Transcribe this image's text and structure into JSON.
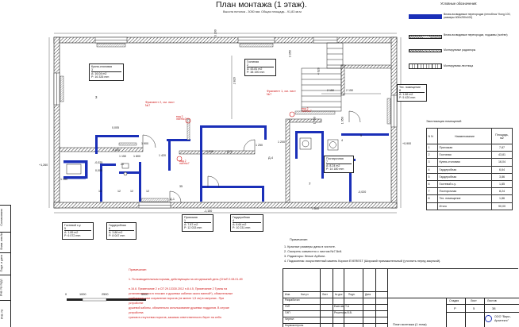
{
  "header": {
    "title": "План монтажа (1 этаж).",
    "subtitle": "Высота потолка - 3050 мм. Общая площадь - 91,83 кв.м"
  },
  "legend": {
    "heading": "Условные обозначения:",
    "items": [
      {
        "text": "Вновь возводимые перегородки (пеноблок Ytong 100, размеры 600х250х100)",
        "swatch": "#1a2fb8"
      },
      {
        "text": "Вновь возводимые перегородки, подшивы (гкл/гвл)",
        "swatch": "hatch"
      },
      {
        "text": "Монтируемые радиаторы",
        "swatch": "rad"
      },
      {
        "text": "Монтируемая лестница",
        "swatch": "stair"
      }
    ]
  },
  "rooms": [
    {
      "name": "Кухня-столовая",
      "num": "3",
      "area": "A: 16.04 m2",
      "perim": "P: 16 326 mm"
    },
    {
      "name": "Гостиная",
      "num": "2",
      "area": "A: 43.81 m2",
      "perim": "P: 38 190 mm"
    },
    {
      "name": "Тех. помещение",
      "num": "8",
      "area": "A: 1.86 m2",
      "perim": "P: 5 420 mm"
    },
    {
      "name": "Постирочная",
      "num": "7",
      "area": "A: 8.24 m2",
      "perim": "P: 14 180 mm"
    },
    {
      "name": "Гостевой с.у.",
      "num": "5",
      "area": "A: 1.85 m2",
      "perim": "P: 6 072 mm"
    },
    {
      "name": "Гардеробная",
      "num": "6",
      "area": "A: 3.86 m2",
      "perim": "P: 8 047 mm"
    },
    {
      "name": "Прихожая",
      "num": "1",
      "area": "A: 7.87 m2",
      "perim": "P: 12 033 mm"
    },
    {
      "name": "Гардеробная",
      "num": "4",
      "area": "A: 6.64 m2",
      "perim": "P: 10 231 mm"
    }
  ],
  "notes_red": [
    "Фрагмент 2, см. лист №7",
    "Фрагмент 1, см. лист №7",
    "вид 2 лист№7",
    "вид 2 лист№7",
    "вид 2 лист№7",
    "Д-3",
    "Д-4",
    "Д-1"
  ],
  "dimensions": [
    "2 150",
    "1 900",
    "1 800",
    "1 420",
    "1 280",
    "1 800",
    "1 150",
    "2 150",
    "1 200",
    "1 250",
    "3 200",
    "2 820",
    "4 620",
    "1 750",
    "3 350",
    "1 950",
    "+0,900",
    "+1,260",
    "0,000",
    "-0,025",
    "0,005",
    "0,000",
    "-0,020",
    "-1,150",
    "4",
    "3",
    "12",
    "12",
    "12",
    "13",
    "5",
    "7",
    "20",
    "35",
    "0,005"
  ],
  "explication": {
    "heading": "Экспликация помещений",
    "col_num": "N N",
    "col_name": "Наименование",
    "col_area": "Площадь, м2",
    "rows": [
      {
        "n": "1",
        "name": "Прихожая",
        "area": "7,87"
      },
      {
        "n": "2",
        "name": "Гостиная",
        "area": "43,81"
      },
      {
        "n": "3",
        "name": "Кухня-столовая",
        "area": "16,04"
      },
      {
        "n": "4",
        "name": "Гардеробная",
        "area": "6,64"
      },
      {
        "n": "5",
        "name": "Гардеробная",
        "area": "3,86"
      },
      {
        "n": "6",
        "name": "Гостевой с.у.",
        "area": "1,85"
      },
      {
        "n": "7",
        "name": "Постирочная",
        "area": "8,24"
      },
      {
        "n": "8",
        "name": "Тех. помещение",
        "area": "1,86"
      },
      {
        "n": "",
        "name": "Итого",
        "area": "90,00"
      }
    ]
  },
  "remarks": {
    "heading": "Примечание:",
    "items": [
      "1. Красные размеры даны в чистоте.",
      "2. Смотреть совместно с листом №7,№8.",
      "3. Радиаторы: белые Арбони .",
      "4. Подоконник: искусственный камень Корион EVEREST (Широкий примыкательный (уточнить перед закупкой)."
    ]
  },
  "red_note": {
    "heading": "Примечание:",
    "lines": [
      "1. По возводительным нормам, действующим на сегодняшний день (СНиП 2.08.01-89",
      "п.16.8. Примечание 2 и СП 29.13330.2012 п.8.4.5, Примечание 2 Трапы на",
      "устанавливаются в плоских и душевых кабинах около ванной*), обязательные",
      "требования нам сохранение порогов (не менее 1,5 см) в санузлах.. При",
      "устройстве",
      "душевой кабины, обязательно использование душевых поддонов. В случае",
      "устройства",
      "трапов в отсутствии порогов, заказчик ответственность берет на себя."
    ]
  },
  "scale": {
    "labels": [
      "0",
      "1000",
      "2500",
      "5000"
    ]
  },
  "titleblock": {
    "rows": [
      {
        "role": "Разработал",
        "name": ""
      },
      {
        "role": "ГАП",
        "name": "Ежегова Т.А"
      },
      {
        "role": "ГИП",
        "name": "Решетова В.В."
      },
      {
        "role": "Чертил",
        "name": ""
      },
      {
        "role": "Нормоконтроль",
        "name": ""
      }
    ],
    "col_heads": [
      "Изм.",
      "Кол.уч",
      "Лист",
      "№ док",
      "Подп.",
      "Дата"
    ],
    "stage_label": "Стадия",
    "sheet_label": "Лист",
    "sheets_label": "Листов",
    "stage": "Р",
    "sheet": "5",
    "sheets": "38",
    "sheet_title": "План монтажа (1 этаж)",
    "company": "ООО \"Вира - Архитектс\""
  },
  "left_strip": [
    "Согласовано",
    "Взам. инв.№",
    "Подп. и дата",
    "Инв. № подл.",
    "Инв. №"
  ]
}
